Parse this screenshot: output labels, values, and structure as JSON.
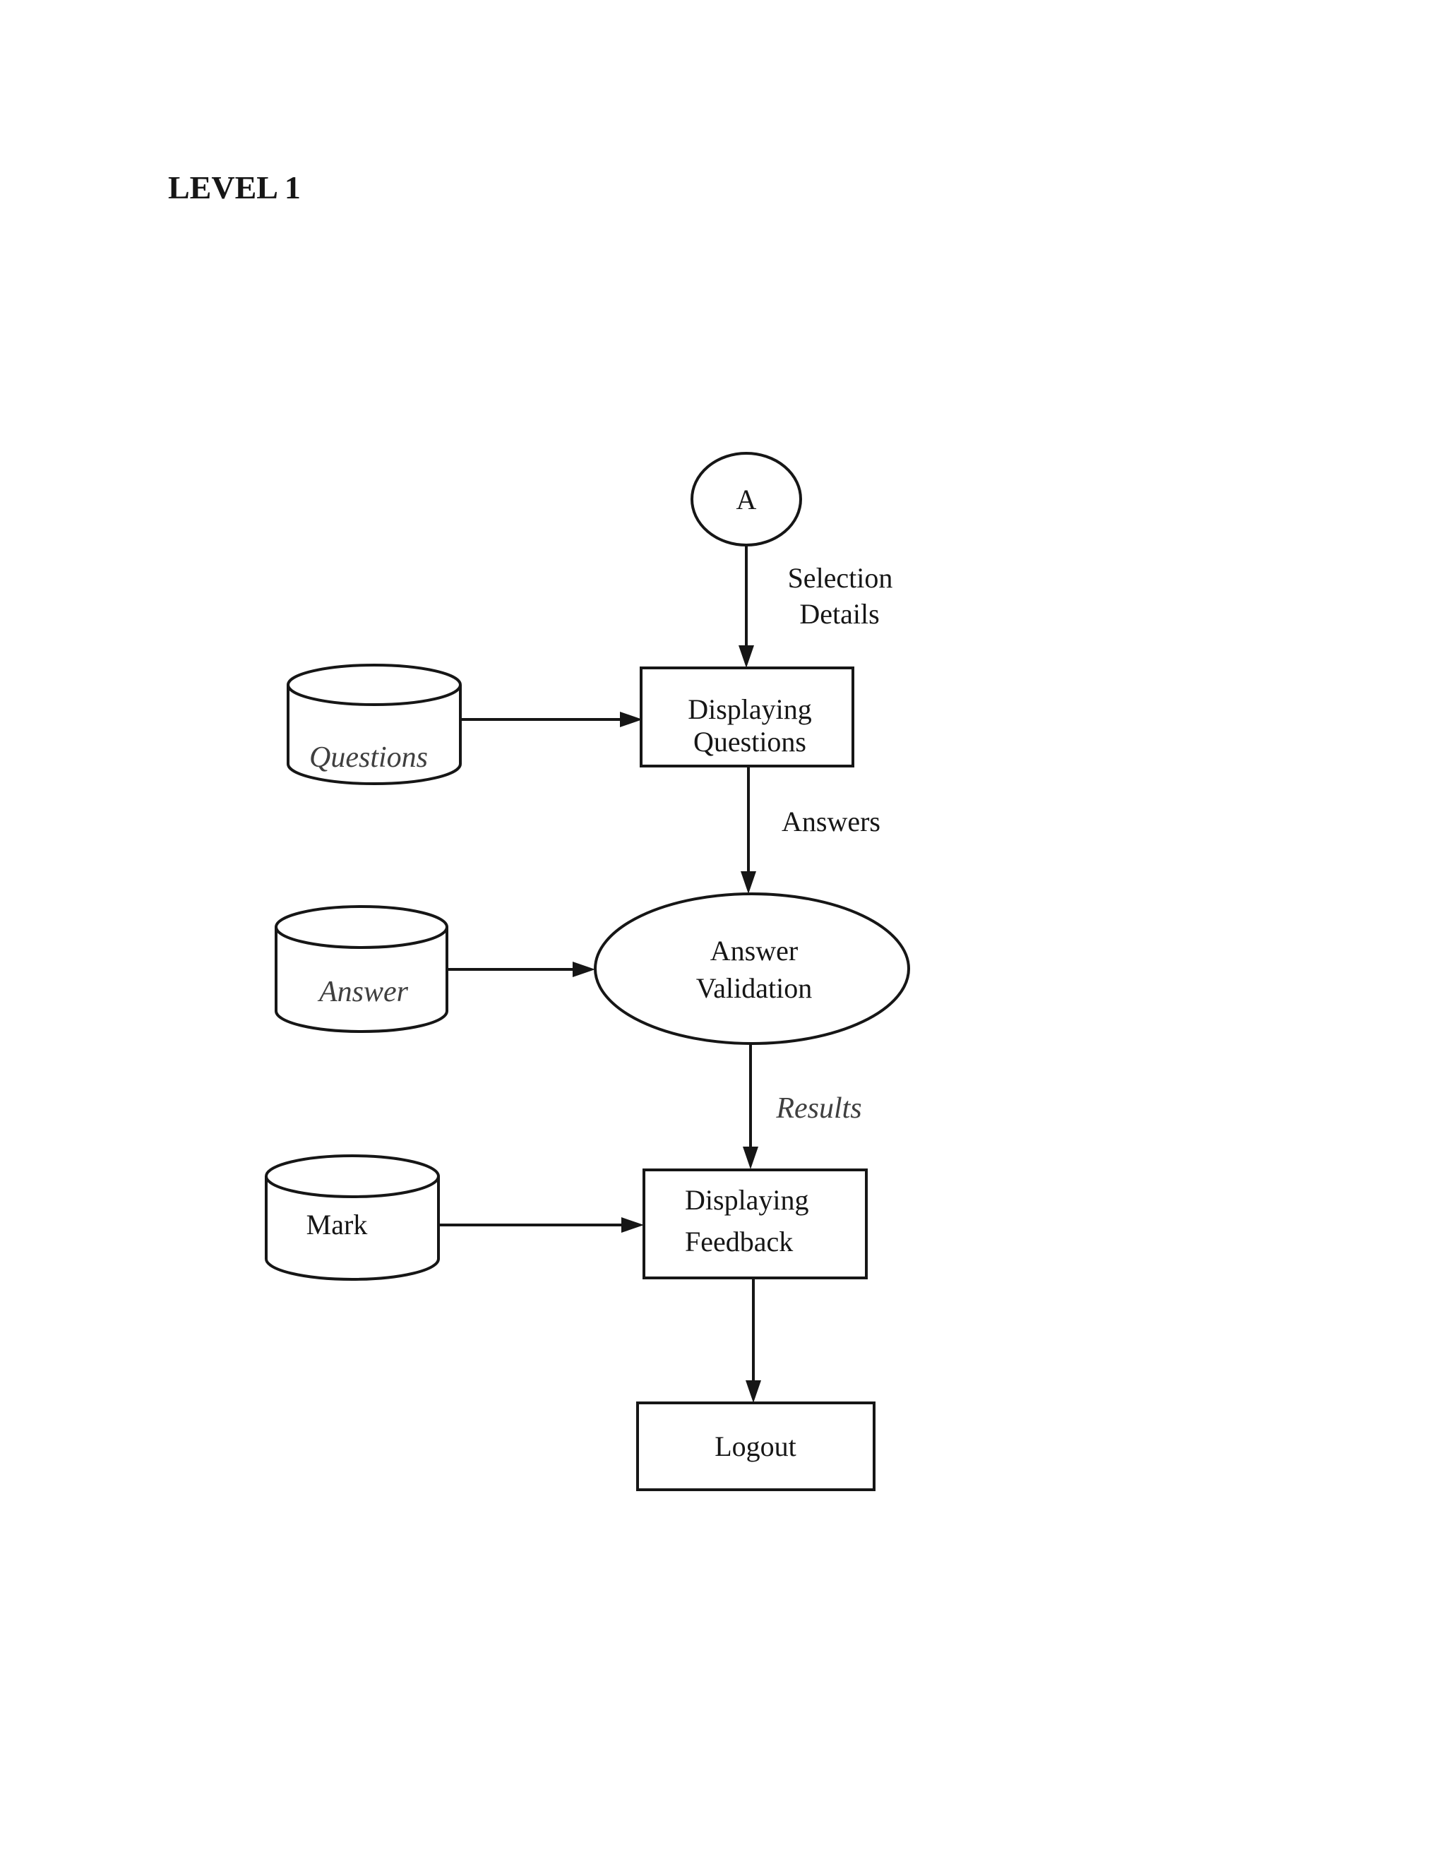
{
  "page": {
    "title": "LEVEL 1",
    "background": "#ffffff"
  },
  "colors": {
    "ink": "#161616",
    "muted_label": "#3f3f3f"
  },
  "nodes": {
    "connector_a": "A",
    "displaying_questions": {
      "line1": "Displaying",
      "line2": "Questions"
    },
    "answer_validation": {
      "line1": "Answer",
      "line2": "Validation"
    },
    "displaying_feedback": {
      "line1": "Displaying",
      "line2": "Feedback"
    },
    "logout": "Logout"
  },
  "datastores": {
    "questions": "Questions",
    "answer": "Answer",
    "mark": "Mark"
  },
  "flow_labels": {
    "selection_details": {
      "line1": "Selection",
      "line2": "Details"
    },
    "answers": "Answers",
    "results": "Results"
  }
}
